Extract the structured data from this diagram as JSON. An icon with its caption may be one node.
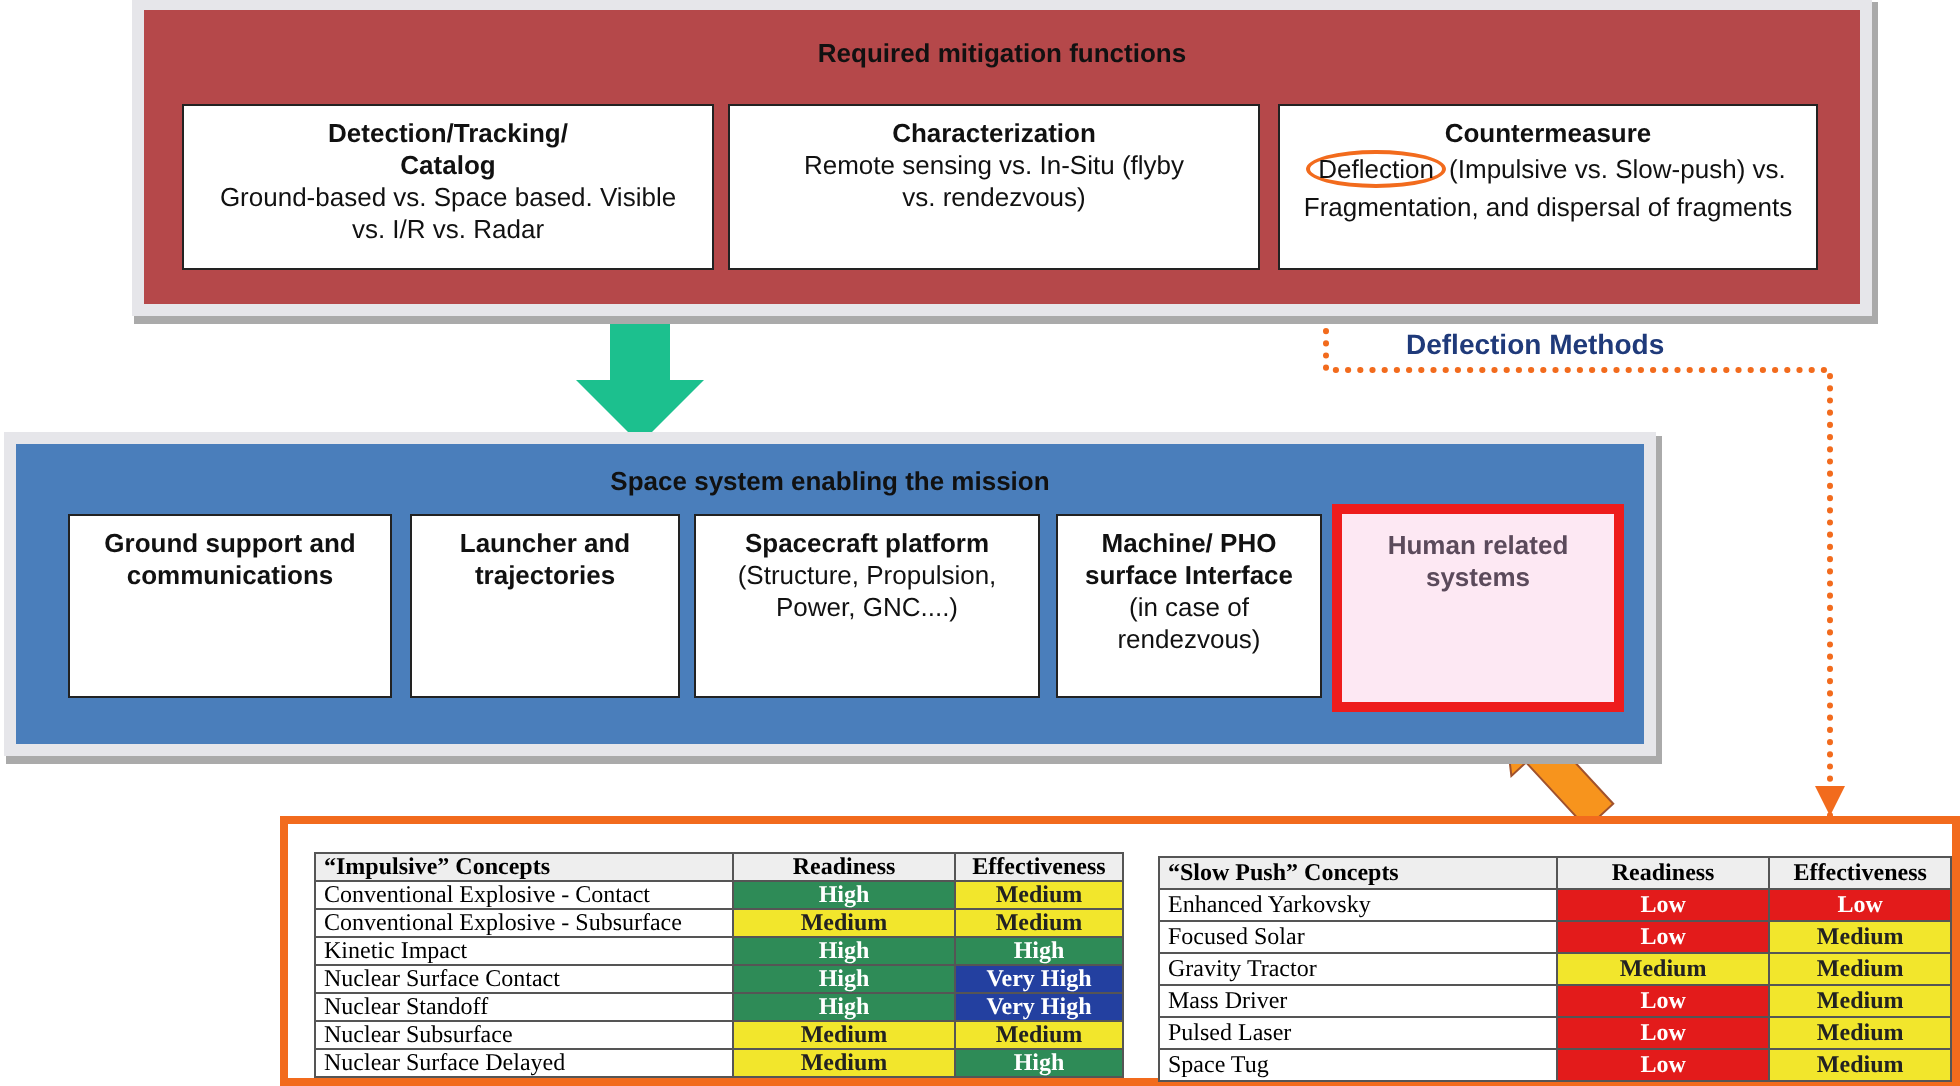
{
  "diagram": {
    "nodes": [
      {
        "text": [
          "Required mitigation functions"
        ]
      },
      {
        "text": [
          "Detection/Tracking/ Catalog",
          "Ground-based vs. Space based. Visible vs. I/R vs. Radar"
        ],
        "in": 0
      },
      {
        "text": [
          "Characterization",
          "Remote sensing vs. In-Situ (flyby vs. rendezvous)"
        ],
        "in": 0
      },
      {
        "text": [
          "Countermeasure",
          "Deflection (Impulsive vs. Slow-push) vs. Fragmentation, and dispersal of fragments"
        ],
        "in": 0
      },
      {
        "text": [
          "Space system enabling the mission"
        ]
      },
      {
        "text": [
          "Ground support and communications"
        ],
        "in": 4
      },
      {
        "text": [
          "Launcher and trajectories"
        ],
        "in": 4
      },
      {
        "text": [
          "Spacecraft platform",
          "(Structure, Propulsion, Power, GNC....)"
        ],
        "in": 4
      },
      {
        "text": [
          "Machine/ PHO surface Interface",
          "(in case of rendezvous)"
        ],
        "in": 4
      },
      {
        "text": [
          "Human related systems"
        ],
        "in": 4
      },
      {
        "text": [],
        "shape": "box"
      }
    ],
    "edges": [
      {
        "from": 0,
        "to": 4,
        "arrow": "to",
        "style": "thick",
        "color": "#1cc08e"
      },
      {
        "from": 3,
        "to": 10,
        "arrow": "to",
        "label": "Deflection Methods",
        "style": "dashed",
        "color": "#f26b1d"
      },
      {
        "from": 10,
        "to": 9,
        "arrow": "to",
        "style": "thick",
        "color": "#f7941d"
      }
    ],
    "labels": [
      "“Impulsive” Concepts",
      "Readiness",
      "Effectiveness",
      "Conventional Explosive - Contact",
      "High",
      "Medium",
      "Conventional Explosive - Subsurface",
      "Medium",
      "Medium",
      "Kinetic Impact",
      "High",
      "High",
      "Nuclear Surface Contact",
      "High",
      "Very High",
      "Nuclear Standoff",
      "High",
      "Very High",
      "Nuclear Subsurface",
      "Medium",
      "Medium",
      "Nuclear Surface Delayed",
      "Medium",
      "High",
      "“Slow Push” Concepts",
      "Readiness",
      "Effectiveness",
      "Enhanced Yarkovsky",
      "Low",
      "Low",
      "Focused Solar",
      "Low",
      "Medium",
      "Gravity Tractor",
      "Medium",
      "Medium",
      "Mass Driver",
      "Low",
      "Medium",
      "Pulsed Laser",
      "Low",
      "Medium",
      "Space Tug",
      "Low",
      "Medium"
    ]
  }
}
